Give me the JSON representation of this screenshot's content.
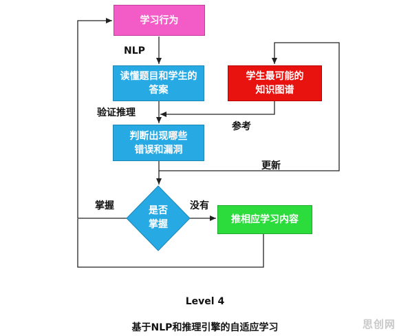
{
  "nodes": {
    "behavior": "学习行为",
    "read_answers": "读懂题目和学生的\n答案",
    "knowledge_graph": "学生最可能的\n知识图谱",
    "judge_errors": "判断出现哪些\n错误和漏洞",
    "mastered_decision": "是否\n掌握",
    "push_content": "推相应学习内容"
  },
  "edge_labels": {
    "nlp": "NLP",
    "verify_reasoning": "验证推理",
    "reference": "参考",
    "update": "更新",
    "mastered": "掌握",
    "not_mastered": "没有"
  },
  "captions": {
    "level": "Level 4",
    "title": "基于NLP和推理引擎的自适应学习"
  },
  "watermark": "思创网",
  "colors": {
    "behavior": "#f35bc7",
    "process": "#27a9e3",
    "knowledge_graph": "#e8120f",
    "push": "#2cdb3c",
    "decision": "#27a9e3",
    "line": "#222222"
  }
}
